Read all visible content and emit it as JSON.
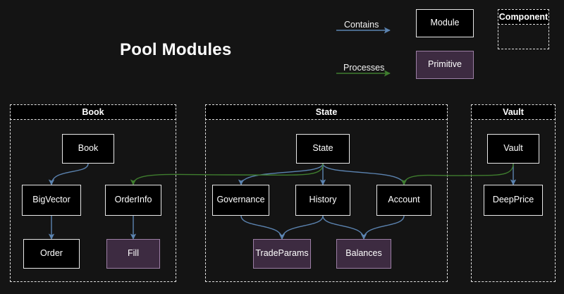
{
  "page": {
    "title": "Pool Modules",
    "background_color": "#141414"
  },
  "colors": {
    "contains_arrow": "#5b83b0",
    "processes_arrow": "#3f7d2e",
    "module_fill": "#000000",
    "module_border": "#e8e8e8",
    "primitive_fill": "#3d2b41",
    "primitive_border": "#9c7fa5",
    "component_border": "#e0e0e0",
    "text": "#ffffff"
  },
  "legend": {
    "contains_label": "Contains",
    "processes_label": "Processes",
    "module_label": "Module",
    "primitive_label": "Primitive",
    "component_label": "Component"
  },
  "components": [
    {
      "id": "book",
      "label": "Book"
    },
    {
      "id": "state",
      "label": "State"
    },
    {
      "id": "vault",
      "label": "Vault"
    }
  ],
  "nodes": [
    {
      "id": "book",
      "label": "Book",
      "type": "module",
      "component": "book"
    },
    {
      "id": "bigvector",
      "label": "BigVector",
      "type": "module",
      "component": "book"
    },
    {
      "id": "orderinfo",
      "label": "OrderInfo",
      "type": "module",
      "component": "book"
    },
    {
      "id": "order",
      "label": "Order",
      "type": "module",
      "component": "book"
    },
    {
      "id": "fill",
      "label": "Fill",
      "type": "primitive",
      "component": "book"
    },
    {
      "id": "state",
      "label": "State",
      "type": "module",
      "component": "state"
    },
    {
      "id": "governance",
      "label": "Governance",
      "type": "module",
      "component": "state"
    },
    {
      "id": "history",
      "label": "History",
      "type": "module",
      "component": "state"
    },
    {
      "id": "account",
      "label": "Account",
      "type": "module",
      "component": "state"
    },
    {
      "id": "tradeparams",
      "label": "TradeParams",
      "type": "primitive",
      "component": "state"
    },
    {
      "id": "balances",
      "label": "Balances",
      "type": "primitive",
      "component": "state"
    },
    {
      "id": "vault",
      "label": "Vault",
      "type": "module",
      "component": "vault"
    },
    {
      "id": "deepprice",
      "label": "DeepPrice",
      "type": "module",
      "component": "vault"
    }
  ],
  "edges": [
    {
      "from": "book",
      "to": "bigvector",
      "kind": "contains"
    },
    {
      "from": "bigvector",
      "to": "order",
      "kind": "contains"
    },
    {
      "from": "orderinfo",
      "to": "fill",
      "kind": "contains"
    },
    {
      "from": "state",
      "to": "governance",
      "kind": "contains"
    },
    {
      "from": "state",
      "to": "history",
      "kind": "contains"
    },
    {
      "from": "state",
      "to": "account",
      "kind": "contains"
    },
    {
      "from": "governance",
      "to": "tradeparams",
      "kind": "contains"
    },
    {
      "from": "history",
      "to": "tradeparams",
      "kind": "contains"
    },
    {
      "from": "history",
      "to": "balances",
      "kind": "contains"
    },
    {
      "from": "account",
      "to": "balances",
      "kind": "contains"
    },
    {
      "from": "vault",
      "to": "deepprice",
      "kind": "contains"
    },
    {
      "from": "state",
      "to": "orderinfo",
      "kind": "processes"
    },
    {
      "from": "vault",
      "to": "account",
      "kind": "processes"
    }
  ]
}
